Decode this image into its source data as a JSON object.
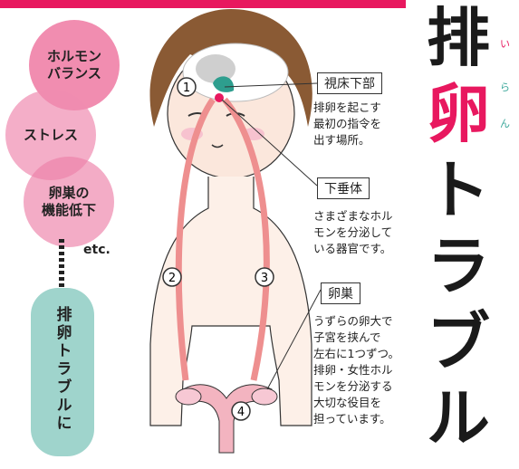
{
  "causes": [
    {
      "label": "ホルモン\nバランス"
    },
    {
      "label": "ストレス"
    },
    {
      "label": "卵巣の\n機能低下"
    }
  ],
  "etc": "etc.",
  "result": "排卵トラブルに",
  "markers": [
    "1",
    "2",
    "3",
    "4"
  ],
  "labels": {
    "hypothalamus": {
      "title": "視床下部",
      "desc": "排卵を起こす\n最初の指令を\n出す場所。"
    },
    "pituitary": {
      "title": "下垂体",
      "desc": "さまざまなホル\nモンを分泌して\nいる器官です。"
    },
    "ovary": {
      "title": "卵巣",
      "desc": "うずらの卵大で\n子宮を挟んで\n左右に1つずつ。\n排卵・女性ホル\nモンを分泌する\n大切な役目を\n担っています。"
    }
  },
  "title": {
    "chars": [
      "排",
      "卵",
      "ト",
      "ラ",
      "ブ",
      "ル"
    ],
    "ruby": [
      "い",
      "ら",
      "ん"
    ]
  },
  "colors": {
    "accent": "#e8185f",
    "teal": "#3aa79a",
    "result_bg": "#9fd4cc",
    "path": "#ee8f8f"
  }
}
